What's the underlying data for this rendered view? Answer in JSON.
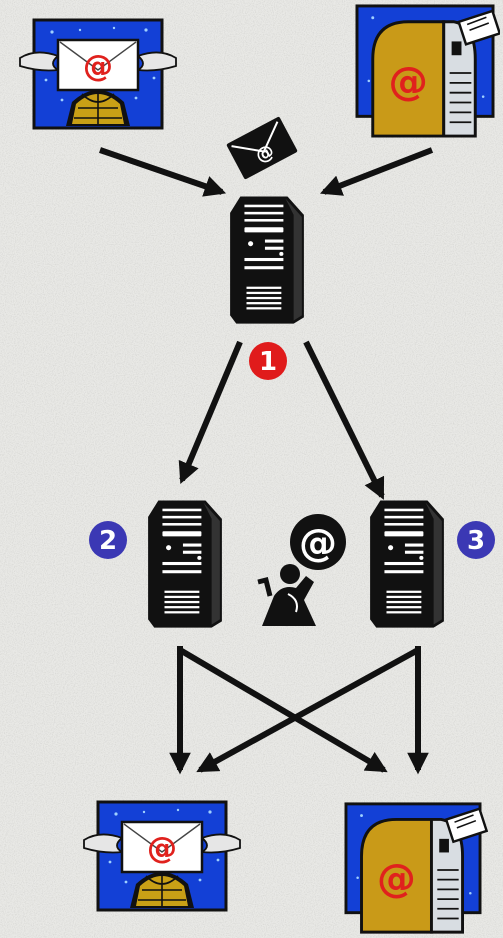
{
  "diagram": {
    "at_symbol": "@",
    "badges": {
      "b1": "1",
      "b2": "2",
      "b3": "3"
    }
  },
  "colors": {
    "background": "#e9e9e6",
    "ink": "#111111",
    "badge_red": "#e01b1b",
    "badge_blue": "#3b38b4",
    "card_blue": "#1340d6",
    "mailbox_gold": "#c99a18",
    "at_red": "#e0211d"
  },
  "icons": [
    "winged-mail-icon",
    "mailbox-icon",
    "envelope-icon",
    "server-icon",
    "courier-person-icon",
    "arrow-icon"
  ]
}
